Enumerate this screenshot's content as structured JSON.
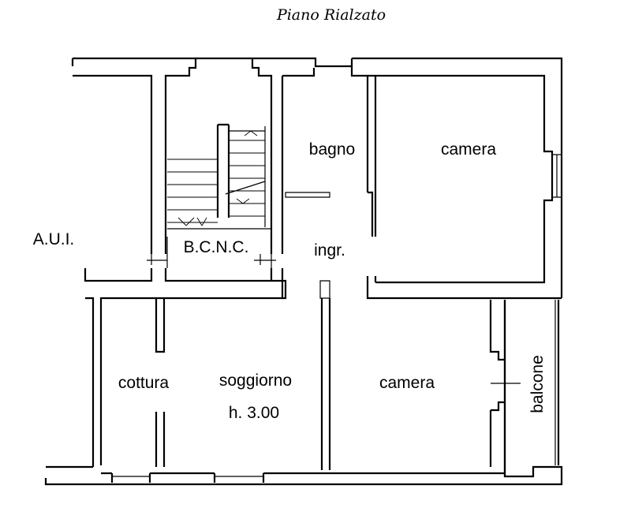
{
  "title": "Piano Rialzato",
  "rooms": {
    "bagno": "bagno",
    "camera_top": "camera",
    "aui": "A.U.I.",
    "bcnc": "B.C.N.C.",
    "ingresso": "ingr.",
    "cottura": "cottura",
    "soggiorno": "soggiorno",
    "height": "h. 3.00",
    "camera_bottom": "camera",
    "balcone": "balcone"
  }
}
